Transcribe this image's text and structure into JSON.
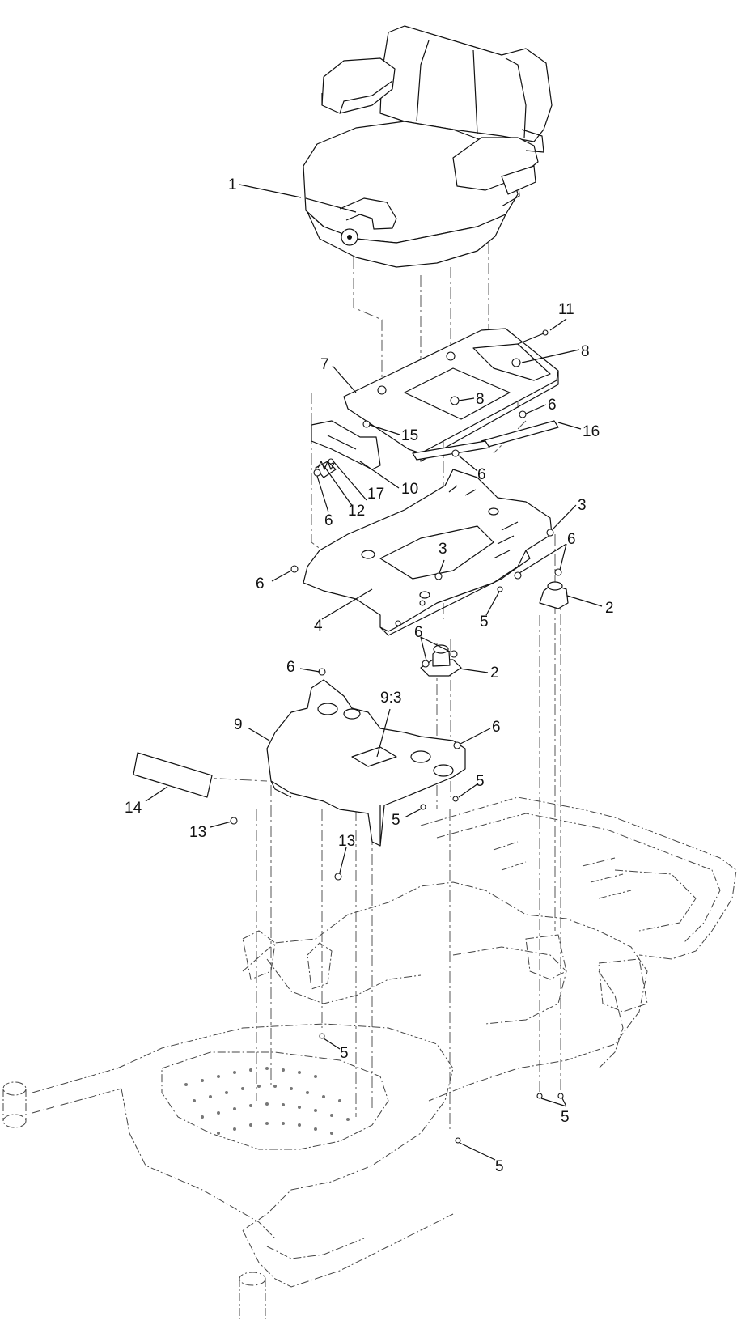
{
  "callouts": [
    {
      "id": "c1",
      "label": "1"
    },
    {
      "id": "c11",
      "label": "11"
    },
    {
      "id": "c8a",
      "label": "8"
    },
    {
      "id": "c7",
      "label": "7"
    },
    {
      "id": "c8b",
      "label": "8"
    },
    {
      "id": "c6a",
      "label": "6"
    },
    {
      "id": "c15",
      "label": "15"
    },
    {
      "id": "c16",
      "label": "16"
    },
    {
      "id": "c10",
      "label": "10"
    },
    {
      "id": "c6b",
      "label": "6"
    },
    {
      "id": "c17",
      "label": "17"
    },
    {
      "id": "c12",
      "label": "12"
    },
    {
      "id": "c6c",
      "label": "6"
    },
    {
      "id": "c3a",
      "label": "3"
    },
    {
      "id": "c6d",
      "label": "6"
    },
    {
      "id": "c3b",
      "label": "3"
    },
    {
      "id": "c6e",
      "label": "6"
    },
    {
      "id": "c2a",
      "label": "2"
    },
    {
      "id": "c4",
      "label": "4"
    },
    {
      "id": "c5a",
      "label": "5"
    },
    {
      "id": "c6f",
      "label": "6"
    },
    {
      "id": "c2b",
      "label": "2"
    },
    {
      "id": "c6g",
      "label": "6"
    },
    {
      "id": "c93",
      "label": "9:3"
    },
    {
      "id": "c9",
      "label": "9"
    },
    {
      "id": "c6h",
      "label": "6"
    },
    {
      "id": "c5b",
      "label": "5"
    },
    {
      "id": "c14",
      "label": "14"
    },
    {
      "id": "c5c",
      "label": "5"
    },
    {
      "id": "c13a",
      "label": "13"
    },
    {
      "id": "c13b",
      "label": "13"
    },
    {
      "id": "c5d",
      "label": "5"
    },
    {
      "id": "c5e",
      "label": "5"
    },
    {
      "id": "c5f",
      "label": "5"
    }
  ],
  "parts": {
    "seat": "seat-assembly",
    "plate": "seat-mount-plate",
    "suspension": "seat-suspension-frame",
    "isolator": "isolator-mount",
    "bracket": "seat-support-bracket",
    "decal": "decal",
    "chassis": "mower-frame"
  }
}
